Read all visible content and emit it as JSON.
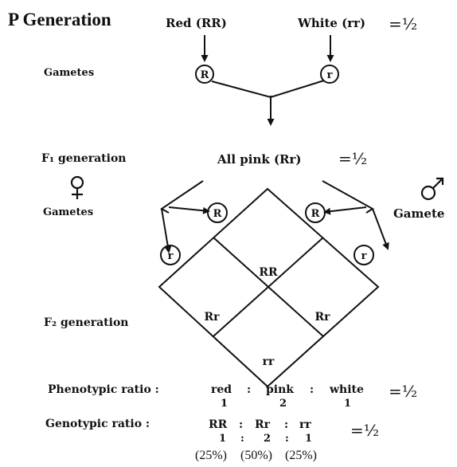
{
  "title": "P Generation",
  "p_gen": {
    "red": "Red (RR)",
    "white": "White (rr)",
    "ratio": "=½"
  },
  "gametes_label": "Gametes",
  "p_gametes": {
    "left": "R",
    "right": "r"
  },
  "f1": {
    "label": "F₁ generation",
    "result": "All pink (Rr)",
    "ratio": "=½"
  },
  "symbols": {
    "female": "♀",
    "male": "♂"
  },
  "f1_gametes": {
    "left_label": "Gametes",
    "right_label": "Gamete",
    "female": [
      "R",
      "r"
    ],
    "male": [
      "R",
      "r"
    ]
  },
  "f2": {
    "label": "F₂ generation",
    "cells": [
      "RR",
      "Rr",
      "Rr",
      "rr"
    ]
  },
  "phenotypic": {
    "label": "Phenotypic ratio  :",
    "items": [
      "red",
      ":",
      "pink",
      ":",
      "white"
    ],
    "values": [
      "1",
      "2",
      "1"
    ],
    "ratio": "=½"
  },
  "genotypic": {
    "label": "Genotypic ratio  :",
    "items": [
      "RR",
      ":",
      "Rr",
      ":",
      "rr"
    ],
    "values": [
      "1",
      ":",
      "2",
      ":",
      "1"
    ],
    "percents": [
      "(25%)",
      "(50%)",
      "(25%)"
    ],
    "ratio": "=½"
  }
}
